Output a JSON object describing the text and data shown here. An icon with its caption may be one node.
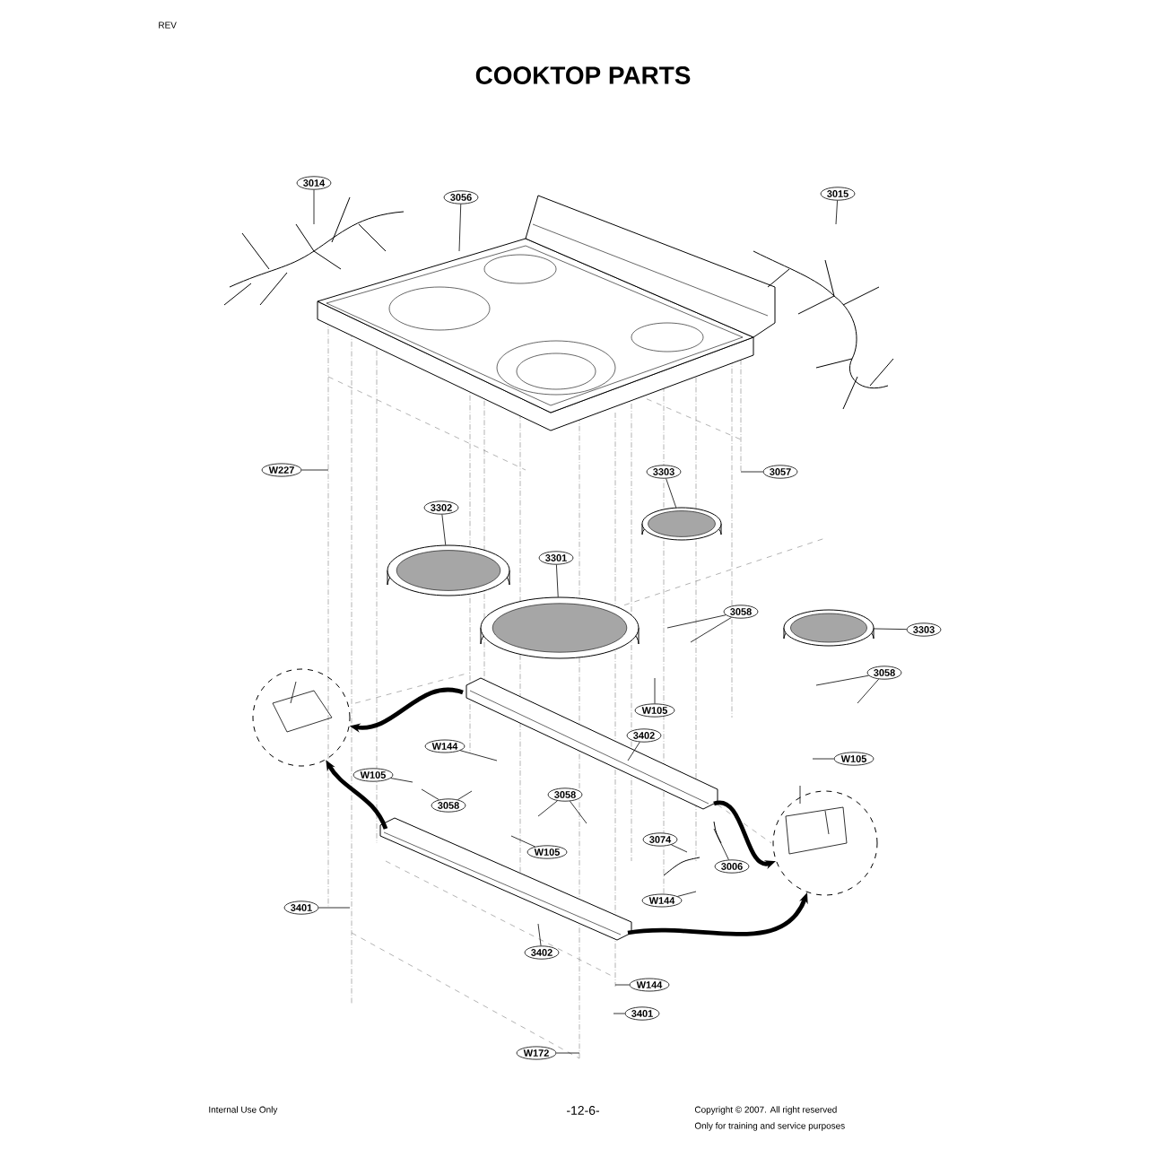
{
  "diagram": {
    "title": "COOKTOP PARTS",
    "nodes": [
      {
        "text": [
          "3014"
        ]
      },
      {
        "text": [
          "3056"
        ]
      },
      {
        "text": [
          "3015"
        ]
      },
      {
        "text": [
          "W227"
        ]
      },
      {
        "text": [
          "3057"
        ]
      },
      {
        "text": [
          "3303"
        ]
      },
      {
        "text": [
          "3302"
        ]
      },
      {
        "text": [
          "3301"
        ]
      },
      {
        "text": [
          "3058"
        ]
      },
      {
        "text": [
          "3303"
        ]
      },
      {
        "text": [
          "3058"
        ]
      },
      {
        "text": [
          "W105"
        ]
      },
      {
        "text": [
          "3402"
        ]
      },
      {
        "text": [
          "W105"
        ]
      },
      {
        "text": [
          "W144"
        ]
      },
      {
        "text": [
          "W105"
        ]
      },
      {
        "text": [
          "3058"
        ]
      },
      {
        "text": [
          "3058"
        ]
      },
      {
        "text": [
          "W105"
        ]
      },
      {
        "text": [
          "3074"
        ]
      },
      {
        "text": [
          "3006"
        ]
      },
      {
        "text": [
          "W144"
        ]
      },
      {
        "text": [
          "3401"
        ]
      },
      {
        "text": [
          "3402"
        ]
      },
      {
        "text": [
          "W144"
        ]
      },
      {
        "text": [
          "3401"
        ]
      },
      {
        "text": [
          "W172"
        ]
      },
      {
        "text": [],
        "shape": "picture"
      },
      {
        "text": [],
        "shape": "picture"
      },
      {
        "text": [],
        "shape": "picture"
      },
      {
        "text": [],
        "shape": "picture"
      },
      {
        "text": [],
        "shape": "picture"
      },
      {
        "text": [],
        "shape": "picture"
      }
    ],
    "edges": [
      {
        "from": 0,
        "to": null,
        "arrow": "none"
      },
      {
        "from": 1,
        "to": null,
        "arrow": "none"
      },
      {
        "from": 2,
        "to": null,
        "arrow": "none"
      },
      {
        "from": 3,
        "to": null,
        "arrow": "none"
      },
      {
        "from": 4,
        "to": null,
        "arrow": "none"
      },
      {
        "from": 5,
        "to": 29,
        "arrow": "none"
      },
      {
        "from": 6,
        "to": 30,
        "arrow": "none"
      },
      {
        "from": 7,
        "to": 31,
        "arrow": "none"
      },
      {
        "from": 8,
        "to": null,
        "arrow": "none"
      },
      {
        "from": 8,
        "to": null,
        "arrow": "none"
      },
      {
        "from": 9,
        "to": 32,
        "arrow": "none"
      },
      {
        "from": 10,
        "to": null,
        "arrow": "none"
      },
      {
        "from": 10,
        "to": null,
        "arrow": "none"
      },
      {
        "from": 11,
        "to": null,
        "arrow": "none"
      },
      {
        "from": 12,
        "to": null,
        "arrow": "none"
      },
      {
        "from": 13,
        "to": null,
        "arrow": "none"
      },
      {
        "from": 14,
        "to": null,
        "arrow": "none"
      },
      {
        "from": 15,
        "to": null,
        "arrow": "none"
      },
      {
        "from": 16,
        "to": null,
        "arrow": "none"
      },
      {
        "from": 16,
        "to": null,
        "arrow": "none"
      },
      {
        "from": 17,
        "to": null,
        "arrow": "none"
      },
      {
        "from": 17,
        "to": null,
        "arrow": "none"
      },
      {
        "from": 18,
        "to": null,
        "arrow": "none"
      },
      {
        "from": 19,
        "to": null,
        "arrow": "none"
      },
      {
        "from": 20,
        "to": null,
        "arrow": "none"
      },
      {
        "from": 21,
        "to": null,
        "arrow": "none"
      },
      {
        "from": 22,
        "to": null,
        "arrow": "none"
      },
      {
        "from": 23,
        "to": null,
        "arrow": "none"
      },
      {
        "from": 24,
        "to": null,
        "arrow": "none"
      },
      {
        "from": 25,
        "to": null,
        "arrow": "none"
      },
      {
        "from": 26,
        "to": null,
        "arrow": "none"
      },
      {
        "from": null,
        "to": 27,
        "arrow": "to",
        "style": "thick"
      },
      {
        "from": null,
        "to": 27,
        "arrow": "to",
        "style": "thick"
      },
      {
        "from": null,
        "to": 28,
        "arrow": "to",
        "style": "thick"
      },
      {
        "from": null,
        "to": 28,
        "arrow": "to",
        "style": "thick"
      }
    ],
    "labels": [
      "REV",
      "Internal Use Only",
      "-12-6-",
      "Copyright © 2007. All right reserved",
      "Only for training and service purposes"
    ]
  }
}
